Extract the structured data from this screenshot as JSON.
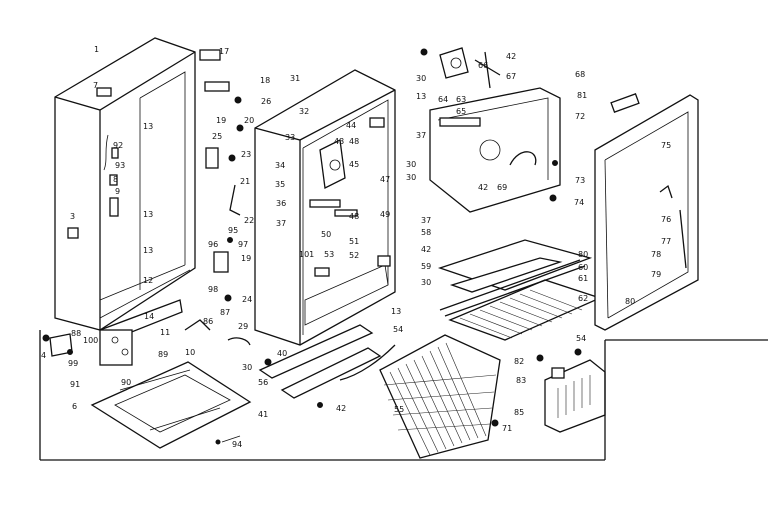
{
  "parts": [
    {
      "id": "p1",
      "n": "1"
    },
    {
      "id": "p7",
      "n": "7"
    },
    {
      "id": "p13a",
      "n": "13"
    },
    {
      "id": "p92",
      "n": "92"
    },
    {
      "id": "p8",
      "n": "8"
    },
    {
      "id": "p93",
      "n": "93"
    },
    {
      "id": "p9",
      "n": "9"
    },
    {
      "id": "p13b",
      "n": "13"
    },
    {
      "id": "p3",
      "n": "3"
    },
    {
      "id": "p13c",
      "n": "13"
    },
    {
      "id": "p12",
      "n": "12"
    },
    {
      "id": "p14",
      "n": "14"
    },
    {
      "id": "p11",
      "n": "11"
    },
    {
      "id": "p88",
      "n": "88"
    },
    {
      "id": "p100",
      "n": "100"
    },
    {
      "id": "p4",
      "n": "4"
    },
    {
      "id": "p99",
      "n": "99"
    },
    {
      "id": "p91",
      "n": "91"
    },
    {
      "id": "p90",
      "n": "90"
    },
    {
      "id": "p89",
      "n": "89"
    },
    {
      "id": "p10",
      "n": "10"
    },
    {
      "id": "p6",
      "n": "6"
    },
    {
      "id": "p94",
      "n": "94"
    },
    {
      "id": "p17",
      "n": "17"
    },
    {
      "id": "p18",
      "n": "18"
    },
    {
      "id": "p26",
      "n": "26"
    },
    {
      "id": "p19a",
      "n": "19"
    },
    {
      "id": "p20",
      "n": "20"
    },
    {
      "id": "p25",
      "n": "25"
    },
    {
      "id": "p23",
      "n": "23"
    },
    {
      "id": "p21",
      "n": "21"
    },
    {
      "id": "p22",
      "n": "22"
    },
    {
      "id": "p95",
      "n": "95"
    },
    {
      "id": "p96a",
      "n": "96"
    },
    {
      "id": "p97",
      "n": "97"
    },
    {
      "id": "p19b",
      "n": "19"
    },
    {
      "id": "p98",
      "n": "98"
    },
    {
      "id": "p24",
      "n": "24"
    },
    {
      "id": "p87",
      "n": "87"
    },
    {
      "id": "p86",
      "n": "86"
    },
    {
      "id": "p29",
      "n": "29"
    },
    {
      "id": "p31",
      "n": "31"
    },
    {
      "id": "p32",
      "n": "32"
    },
    {
      "id": "p33",
      "n": "33"
    },
    {
      "id": "p43",
      "n": "43"
    },
    {
      "id": "p44",
      "n": "44"
    },
    {
      "id": "p48a",
      "n": "48"
    },
    {
      "id": "p34",
      "n": "34"
    },
    {
      "id": "p45",
      "n": "45"
    },
    {
      "id": "p35",
      "n": "35"
    },
    {
      "id": "p47",
      "n": "47"
    },
    {
      "id": "p36",
      "n": "36"
    },
    {
      "id": "p37a",
      "n": "37"
    },
    {
      "id": "p48b",
      "n": "48"
    },
    {
      "id": "p49",
      "n": "49"
    },
    {
      "id": "p50",
      "n": "50"
    },
    {
      "id": "p51",
      "n": "51"
    },
    {
      "id": "p101",
      "n": "101"
    },
    {
      "id": "p53",
      "n": "53"
    },
    {
      "id": "p52",
      "n": "52"
    },
    {
      "id": "p13d",
      "n": "13"
    },
    {
      "id": "p40",
      "n": "40"
    },
    {
      "id": "p30a",
      "n": "30"
    },
    {
      "id": "p56",
      "n": "56"
    },
    {
      "id": "p41",
      "n": "41"
    },
    {
      "id": "p42a",
      "n": "42"
    },
    {
      "id": "p55",
      "n": "55"
    },
    {
      "id": "p54a",
      "n": "54"
    },
    {
      "id": "p30b",
      "n": "30"
    },
    {
      "id": "p13e",
      "n": "13"
    },
    {
      "id": "p37b",
      "n": "37"
    },
    {
      "id": "p30c",
      "n": "30"
    },
    {
      "id": "p37c",
      "n": "37"
    },
    {
      "id": "p58",
      "n": "58"
    },
    {
      "id": "p42b",
      "n": "42"
    },
    {
      "id": "p59",
      "n": "59"
    },
    {
      "id": "p30d",
      "n": "30"
    },
    {
      "id": "p30e",
      "n": "30"
    },
    {
      "id": "p42c",
      "n": "42"
    },
    {
      "id": "p66",
      "n": "66"
    },
    {
      "id": "p67",
      "n": "67"
    },
    {
      "id": "p63",
      "n": "63"
    },
    {
      "id": "p64",
      "n": "64"
    },
    {
      "id": "p65",
      "n": "65"
    },
    {
      "id": "p68",
      "n": "68"
    },
    {
      "id": "p81",
      "n": "81"
    },
    {
      "id": "p72",
      "n": "72"
    },
    {
      "id": "p42d",
      "n": "42"
    },
    {
      "id": "p69",
      "n": "69"
    },
    {
      "id": "p73",
      "n": "73"
    },
    {
      "id": "p74",
      "n": "74"
    },
    {
      "id": "p75",
      "n": "75"
    },
    {
      "id": "p76",
      "n": "76"
    },
    {
      "id": "p77",
      "n": "77"
    },
    {
      "id": "p78",
      "n": "78"
    },
    {
      "id": "p79",
      "n": "79"
    },
    {
      "id": "p80a",
      "n": "80"
    },
    {
      "id": "p60",
      "n": "60"
    },
    {
      "id": "p61",
      "n": "61"
    },
    {
      "id": "p62",
      "n": "62"
    },
    {
      "id": "p80b",
      "n": "80"
    },
    {
      "id": "p54b",
      "n": "54"
    },
    {
      "id": "p82",
      "n": "82"
    },
    {
      "id": "p83",
      "n": "83"
    },
    {
      "id": "p85",
      "n": "85"
    },
    {
      "id": "p71",
      "n": "71"
    }
  ]
}
